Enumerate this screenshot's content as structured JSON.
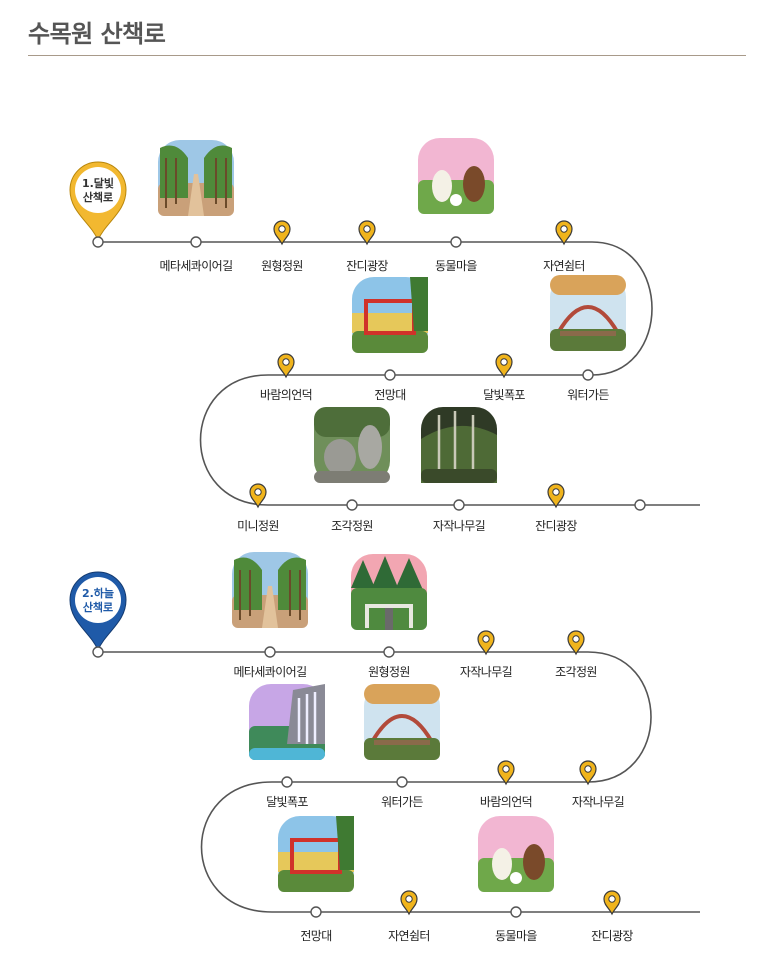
{
  "page_title": "수목원 산책로",
  "colors": {
    "path": "#555555",
    "pin": "#f0b41c",
    "route1_badge": "#f2b830",
    "route2_badge": "#1f5aa8"
  },
  "routes": [
    {
      "badge": {
        "line1": "1.달빛",
        "line2": "산책로"
      },
      "stops": [
        {
          "label": "메타세콰이어길",
          "marker": "dot",
          "photo": "metasequoia"
        },
        {
          "label": "원형정원",
          "marker": "pin"
        },
        {
          "label": "잔디광장",
          "marker": "pin"
        },
        {
          "label": "동물마을",
          "marker": "dot",
          "photo": "animal-village"
        },
        {
          "label": "자연쉼터",
          "marker": "pin"
        },
        {
          "label": "워터가든",
          "marker": "dot",
          "photo": "water-garden"
        },
        {
          "label": "달빛폭포",
          "marker": "pin"
        },
        {
          "label": "전망대",
          "marker": "dot",
          "photo": "observatory"
        },
        {
          "label": "바람의언덕",
          "marker": "pin"
        },
        {
          "label": "미니정원",
          "marker": "pin"
        },
        {
          "label": "조각정원",
          "marker": "dot",
          "photo": "sculpture"
        },
        {
          "label": "자작나무길",
          "marker": "dot",
          "photo": "birch"
        },
        {
          "label": "잔디광장",
          "marker": "pin"
        }
      ]
    },
    {
      "badge": {
        "line1": "2.하늘",
        "line2": "산책로"
      },
      "stops": [
        {
          "label": "메타세콰이어길",
          "marker": "dot",
          "photo": "metasequoia"
        },
        {
          "label": "원형정원",
          "marker": "dot",
          "photo": "round-garden"
        },
        {
          "label": "자작나무길",
          "marker": "pin"
        },
        {
          "label": "조각정원",
          "marker": "pin"
        },
        {
          "label": "달빛폭포",
          "marker": "dot",
          "photo": "waterfall"
        },
        {
          "label": "워터가든",
          "marker": "dot",
          "photo": "water-garden"
        },
        {
          "label": "바람의언덕",
          "marker": "pin"
        },
        {
          "label": "자작나무길",
          "marker": "pin"
        },
        {
          "label": "전망대",
          "marker": "dot",
          "photo": "observatory"
        },
        {
          "label": "자연쉼터",
          "marker": "pin"
        },
        {
          "label": "동물마을",
          "marker": "dot",
          "photo": "animal-village"
        },
        {
          "label": "잔디광장",
          "marker": "pin"
        }
      ]
    }
  ]
}
